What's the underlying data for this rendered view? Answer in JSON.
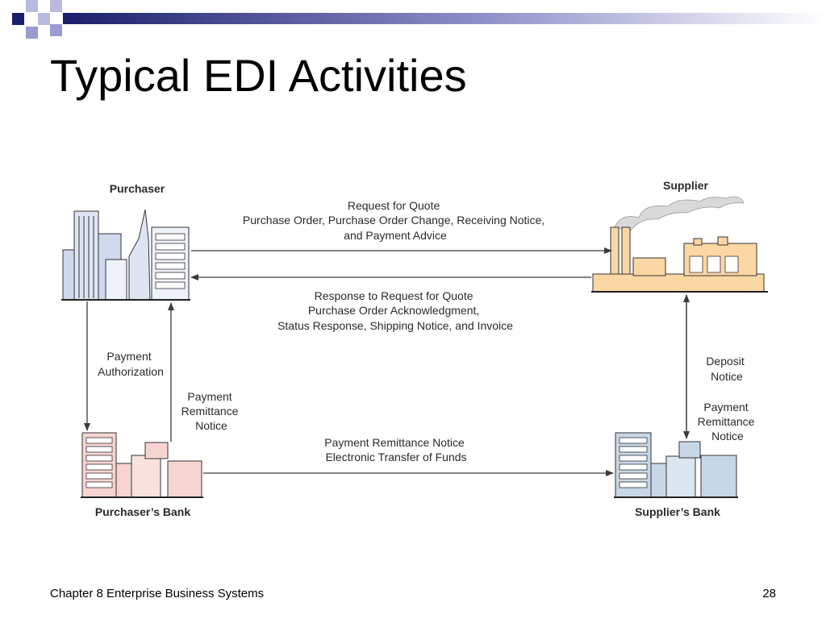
{
  "slide": {
    "title": "Typical EDI Activities",
    "footer": "Chapter 8 Enterprise Business Systems",
    "page_number": "28"
  },
  "colors": {
    "accent_navy": "#1a1f6b",
    "accent_lavender": "#9a9bd0",
    "purchaser_fill": "#cfd9ee",
    "supplier_fill": "#fbd7a3",
    "purchaser_bank_fill": "#f6d5d0",
    "supplier_bank_fill": "#c7d7e6",
    "arrow": "#3b3b3b"
  },
  "diagram": {
    "nodes": {
      "purchaser": "Purchaser",
      "supplier": "Supplier",
      "purchaser_bank": "Purchaser’s Bank",
      "supplier_bank": "Supplier’s Bank"
    },
    "flows": {
      "to_supplier": [
        "Request for Quote",
        "Purchase Order, Purchase Order Change, Receiving Notice,",
        "and Payment Advice"
      ],
      "to_purchaser": [
        "Response to Request for Quote",
        "Purchase Order Acknowledgment,",
        "Status Response, Shipping Notice, and Invoice"
      ],
      "purchaser_to_bank": [
        "Payment",
        "Authorization"
      ],
      "bank_to_purchaser": [
        "Payment",
        "Remittance",
        "Notice"
      ],
      "between_banks": [
        "Payment Remittance Notice",
        "Electronic Transfer of Funds"
      ],
      "supplier_bank_deposit": [
        "Deposit",
        "Notice"
      ],
      "supplier_bank_remittance": [
        "Payment",
        "Remittance",
        "Notice"
      ]
    }
  }
}
